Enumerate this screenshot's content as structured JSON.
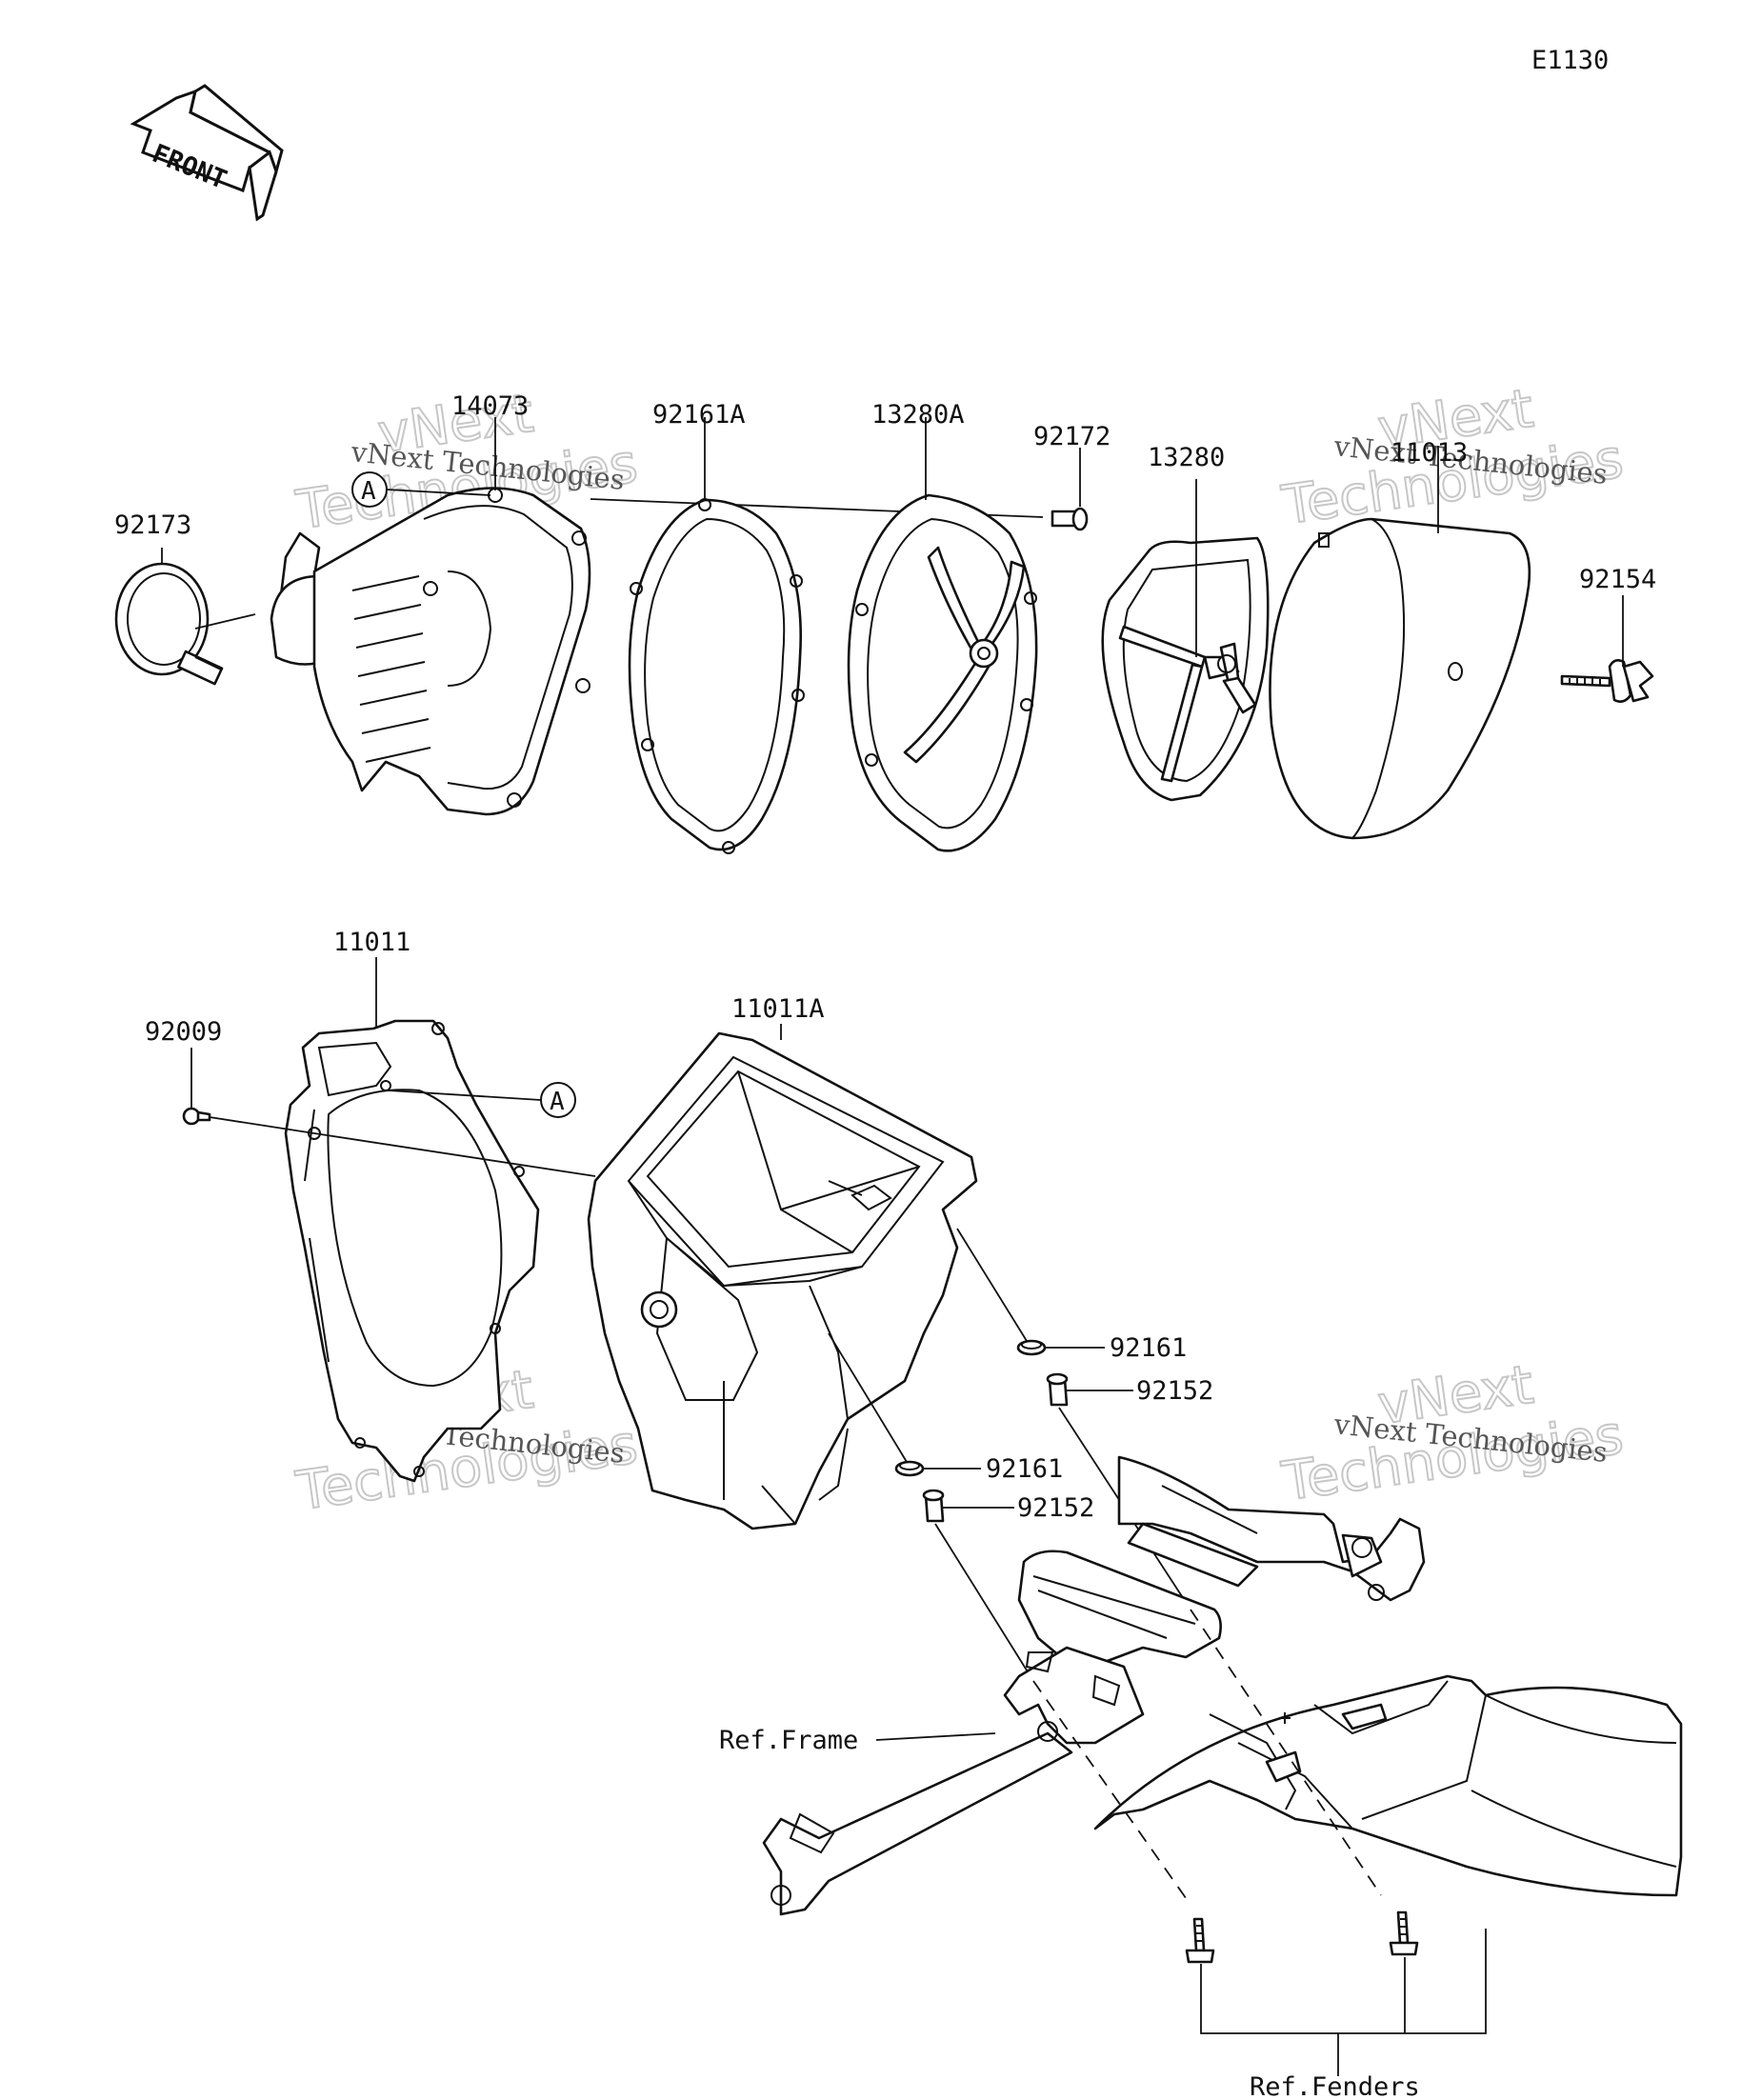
{
  "diagram_code": "E1130",
  "front_label": "FRONT",
  "ref_marker": "A",
  "part_numbers": {
    "p92173": "92173",
    "p14073": "14073",
    "p92161A": "92161A",
    "p13280A": "13280A",
    "p92172": "92172",
    "p13280": "13280",
    "p11013": "11013",
    "p92154": "92154",
    "p11011": "11011",
    "p92009": "92009",
    "p11011A": "11011A",
    "p92161_upper": "92161",
    "p92152_upper": "92152",
    "p92161_lower": "92161",
    "p92152_lower": "92152"
  },
  "references": {
    "frame": "Ref.Frame",
    "fenders": "Ref.Fenders"
  },
  "watermark": {
    "line1": "vNext",
    "line2": "Technologies",
    "full": "vNext Technologies"
  }
}
